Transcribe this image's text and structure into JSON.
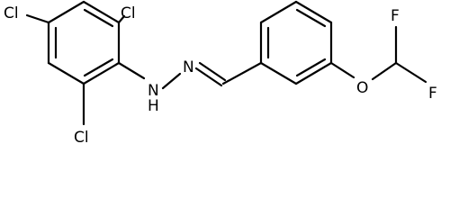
{
  "molecule": {
    "atoms": {
      "cl_top_left": "Cl",
      "cl_top_right": "Cl",
      "cl_bottom": "Cl",
      "nh": "N",
      "nh_h": "H",
      "n": "N",
      "o": "O",
      "f_top": "F",
      "f_right": "F"
    }
  },
  "colors": {
    "bond": "#000000",
    "background": "#ffffff"
  }
}
